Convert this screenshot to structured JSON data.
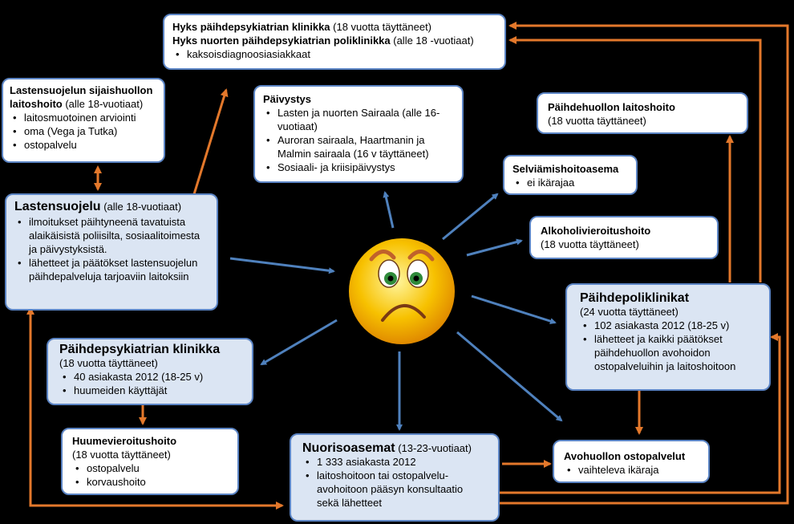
{
  "hyks": {
    "line1_title": "Hyks päihdepsykiatrian klinikka",
    "line1_rest": " (18 vuotta täyttäneet)",
    "line2_title": "Hyks nuorten päihdepsykiatrian poliklinikka",
    "line2_rest": " (alle 18 -vuotiaat)",
    "items": [
      "kaksoisdiagnoosiasiakkaat"
    ]
  },
  "sijaishuolto": {
    "title": "Lastensuojelun sijaishuollon laitoshoito",
    "rest": " (alle 18-vuotiaat)",
    "items": [
      "laitosmuotoinen arviointi",
      "oma (Vega ja Tutka)",
      "ostopalvelu"
    ]
  },
  "paivystys": {
    "title": "Päivystys",
    "items": [
      "Lasten ja nuorten Sairaala (alle 16-vuotiaat)",
      "Auroran sairaala, Haartmanin ja Malmin sairaala (16 v täyttäneet)",
      "Sosiaali- ja kriisipäivystys"
    ]
  },
  "laitoshoito": {
    "title": "Päihdehuollon laitoshoito",
    "sub": "(18 vuotta täyttäneet)"
  },
  "selviamis": {
    "title": "Selviämishoitoasema",
    "items": [
      "ei ikärajaa"
    ]
  },
  "alkoholi": {
    "title": "Alkoholivieroitushoito",
    "sub": "(18 vuotta täyttäneet)"
  },
  "lastensuojelu": {
    "title": "Lastensuojelu",
    "rest": " (alle 18-vuotiaat)",
    "items": [
      "ilmoitukset päihtyneenä tavatuista alaikäisistä poliisilta, sosiaalitoimesta ja päivystyksistä.",
      "lähetteet ja päätökset lastensuojelun päihdepalveluja tarjoaviin laitoksiin"
    ]
  },
  "poliklinikat": {
    "title": "Päihdepoliklinikat",
    "sub": "(24 vuotta täyttäneet)",
    "items": [
      "102 asiakasta 2012 (18-25 v)",
      "lähetteet ja kaikki päätökset päihdehuollon avohoidon ostopalveluihin ja laitoshoitoon"
    ]
  },
  "klinikka": {
    "title": "Päihdepsykiatrian klinikka",
    "sub": "(18 vuotta täyttäneet)",
    "items": [
      "40 asiakasta 2012 (18-25 v)",
      "huumeiden käyttäjät"
    ]
  },
  "huume": {
    "title": "Huumevieroitushoito",
    "sub": "(18 vuotta täyttäneet)",
    "items": [
      "ostopalvelu",
      "korvaushoito"
    ]
  },
  "nuorisoasemat": {
    "title": "Nuorisoasemat",
    "rest": " (13-23-vuotiaat)",
    "items": [
      "1 333 asiakasta 2012",
      "laitoshoitoon tai ostopalvelu-avohoitoon pääsyn konsultaatio sekä lähetteet"
    ]
  },
  "avohuolto": {
    "title": "Avohuollon ostopalvelut",
    "items": [
      "vaihteleva ikäraja"
    ]
  },
  "colors": {
    "blue_arrow": "#4f81bd",
    "orange_arrow": "#e3782b",
    "box_border": "#5b84c4",
    "box_fill_blue": "#dbe5f3",
    "face": "#f7c100"
  }
}
